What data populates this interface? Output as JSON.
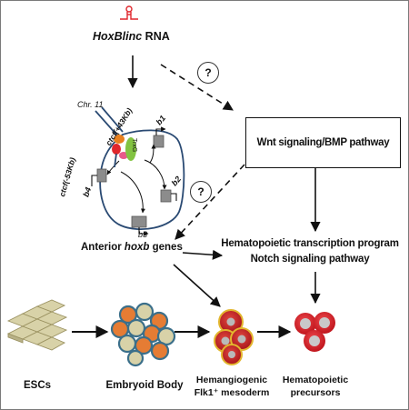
{
  "title": {
    "gene_italic": "HoxBlinc",
    "rna": " RNA"
  },
  "pathway_box": "Wnt signaling/BMP pathway",
  "question_mark": "?",
  "chromosome": {
    "chr_label": "Chr. 11",
    "ctcf_upstream": "ctcf(+43Kb)",
    "ctcf_downstream": "ctcf(-53Kb)",
    "trxg": "TrxG",
    "genes": [
      "b1",
      "b2",
      "b3",
      "b4"
    ]
  },
  "anterior_genes": {
    "prefix": "Anterior ",
    "italic": "hoxb",
    "suffix": " genes"
  },
  "programs": {
    "line1": "Hematopoietic transcription program",
    "line2": "Notch signaling pathway"
  },
  "stages": [
    {
      "line1": "ESCs",
      "line2": ""
    },
    {
      "line1": "Embryoid Body",
      "line2": ""
    },
    {
      "line1": "Hemangiogenic",
      "line2": "Flk1⁺ mesoderm"
    },
    {
      "line1": "Hematopoietic",
      "line2": "precursors"
    }
  ],
  "colors": {
    "rna_hairpin": "#e0272d",
    "chromatin": "#2a4a73",
    "ctcf_orange": "#e8801e",
    "trxg_green": "#82c341",
    "pink": "#e85a8a",
    "gene_box": "#8c8c8c",
    "esc": "#d8d2a8",
    "eb_outer": "#3b6f8a",
    "eb_inner": "#e57c34",
    "meso": "#c21e23",
    "precursor": "#d7222a"
  }
}
